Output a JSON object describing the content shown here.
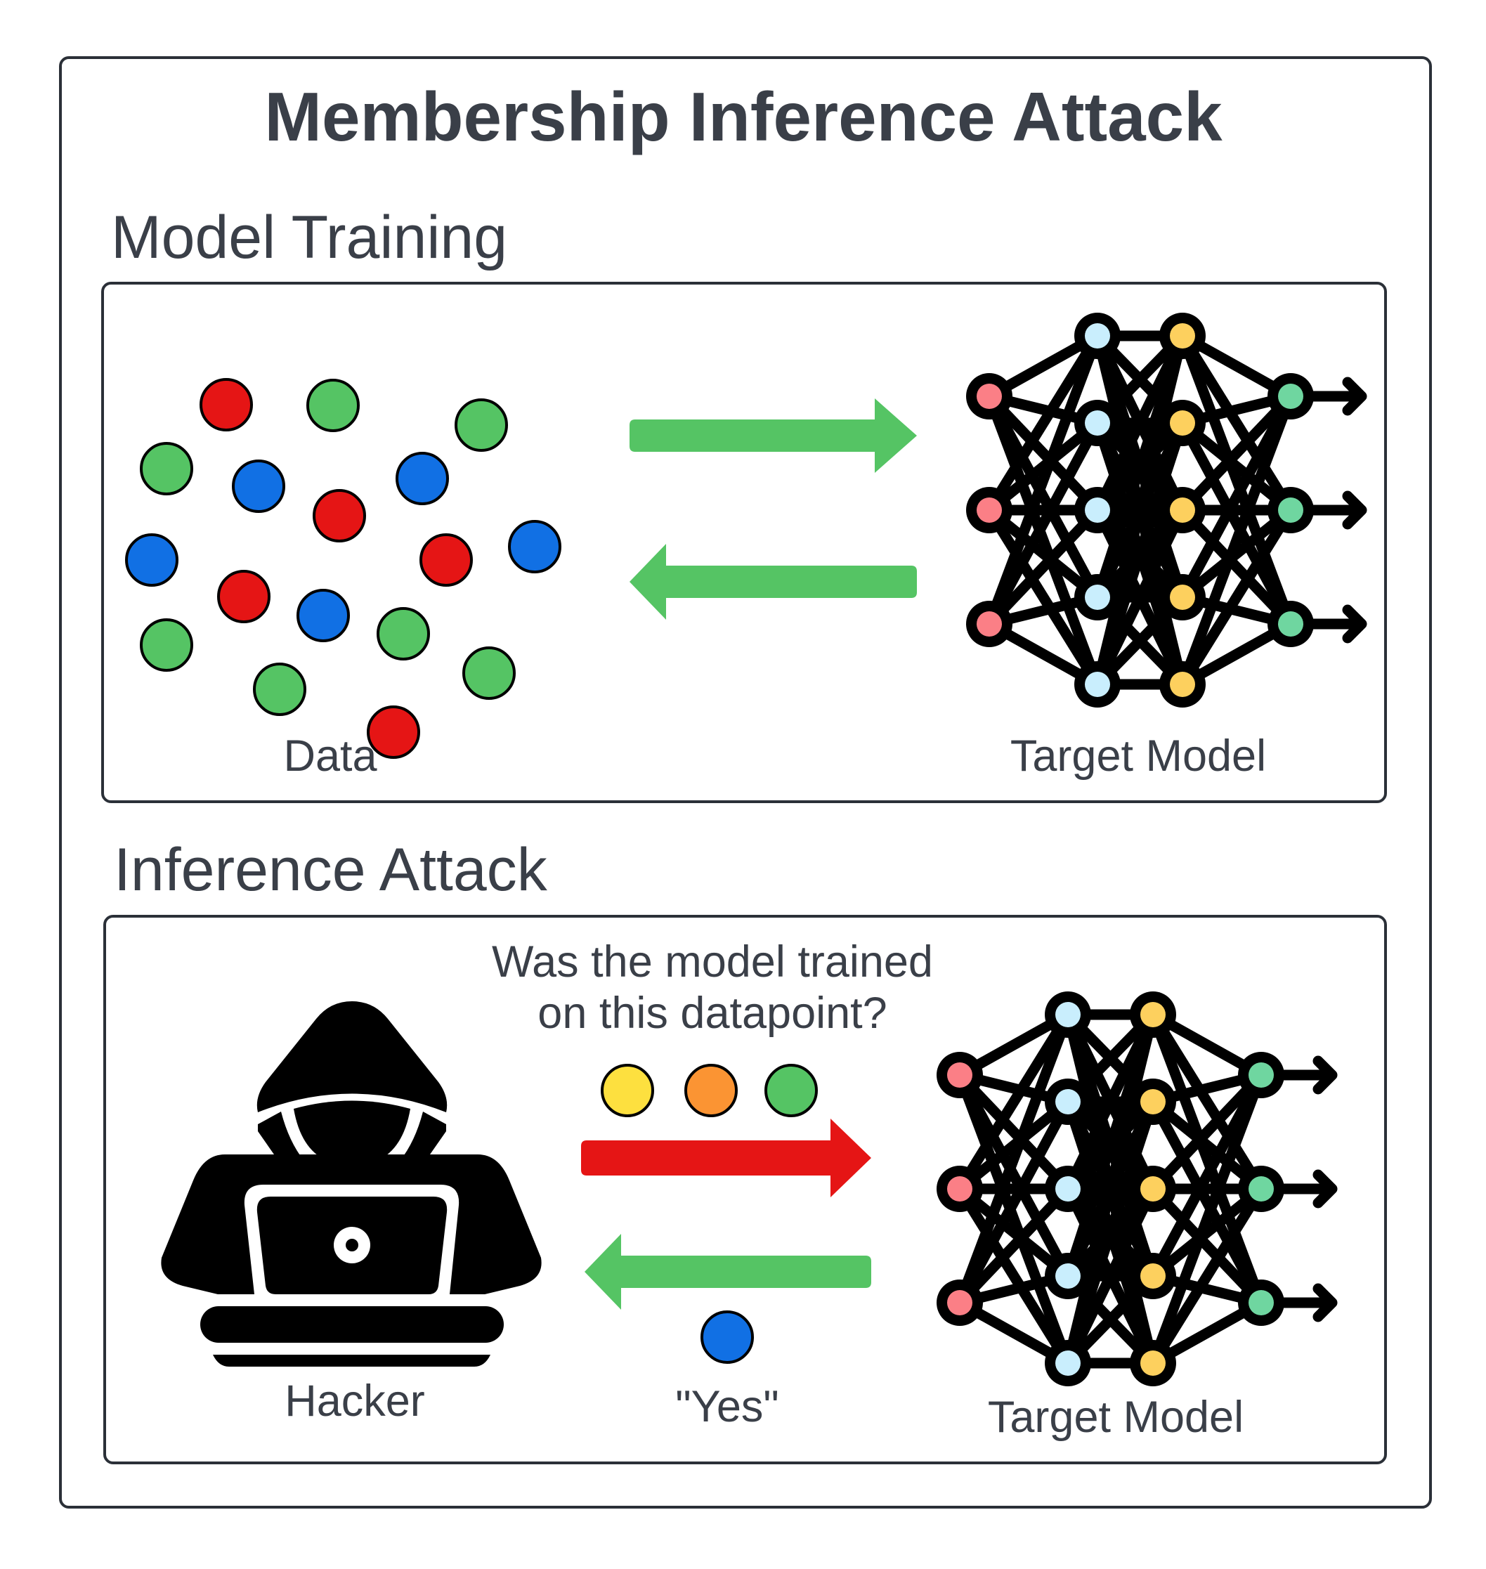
{
  "title": "Membership Inference Attack",
  "sections": {
    "training": {
      "heading": "Model Training",
      "data_label": "Data",
      "model_label": "Target Model",
      "data_points": [
        {
          "color": "red"
        },
        {
          "color": "green"
        },
        {
          "color": "green"
        },
        {
          "color": "green"
        },
        {
          "color": "blue"
        },
        {
          "color": "blue"
        },
        {
          "color": "red"
        },
        {
          "color": "blue"
        },
        {
          "color": "red"
        },
        {
          "color": "blue"
        },
        {
          "color": "red"
        },
        {
          "color": "blue"
        },
        {
          "color": "green"
        },
        {
          "color": "green"
        },
        {
          "color": "green"
        },
        {
          "color": "green"
        },
        {
          "color": "red"
        }
      ],
      "arrows": [
        {
          "direction": "right",
          "color": "green",
          "meaning": "train"
        },
        {
          "direction": "left",
          "color": "green",
          "meaning": "feedback"
        }
      ]
    },
    "attack": {
      "heading": "Inference Attack",
      "question_lines": [
        "Was the model trained",
        "on this datapoint?"
      ],
      "hacker_label": "Hacker",
      "model_label": "Target Model",
      "query_points": [
        {
          "color": "yellow"
        },
        {
          "color": "orange"
        },
        {
          "color": "green"
        }
      ],
      "answer_point": {
        "color": "blue"
      },
      "answer_label": "\"Yes\"",
      "arrows": [
        {
          "direction": "right",
          "color": "red",
          "meaning": "query"
        },
        {
          "direction": "left",
          "color": "green",
          "meaning": "response"
        }
      ]
    }
  },
  "network": {
    "layers": [
      {
        "name": "input",
        "nodes": 3,
        "color": "#fb7f86"
      },
      {
        "name": "hidden1",
        "nodes": 5,
        "color": "#c9eefd"
      },
      {
        "name": "hidden2",
        "nodes": 5,
        "color": "#fdd05e"
      },
      {
        "name": "output",
        "nodes": 3,
        "color": "#6fd6a0"
      }
    ]
  },
  "colors": {
    "red": "#e51515",
    "green": "#55c464",
    "blue": "#1170e4",
    "yellow": "#fde03f",
    "orange": "#fb9433",
    "text": "#3a3f48",
    "border": "#2b3038",
    "arrow_green": "#55c464",
    "arrow_red": "#e51515"
  }
}
